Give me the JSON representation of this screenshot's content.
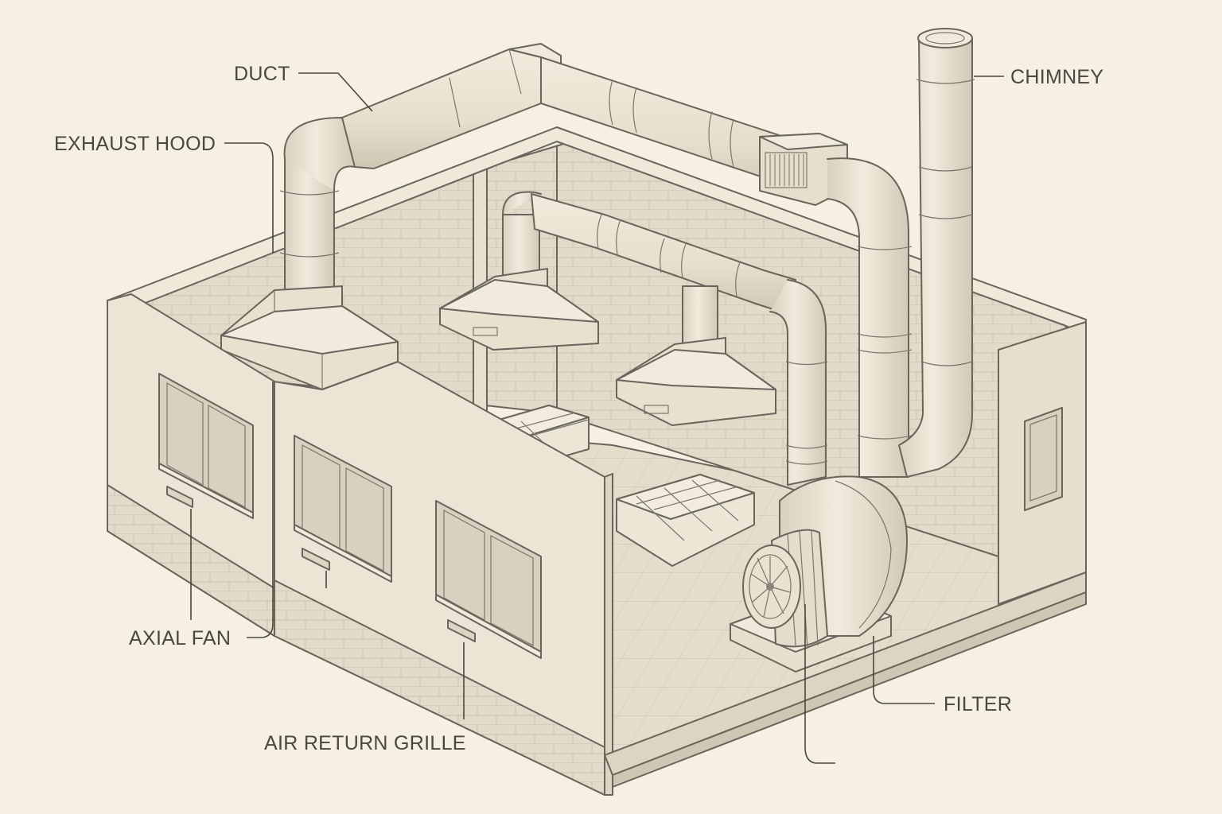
{
  "labels": {
    "duct": "DUCT",
    "exhaust_hood": "EXHAUST HOOD",
    "chimney": "CHIMNEY",
    "axial_fan": "AXIAL FAN",
    "filter": "FILTER",
    "air_return_grille": "AIR RETURN GRILLE"
  },
  "colors": {
    "background": "#f6f0e2",
    "wall_light": "#ebe4d4",
    "wall_shade": "#ddd5c3",
    "floor": "#e3dccb",
    "pipe": "#e9e2d1",
    "glass": "#8c8c86",
    "line": "#4a4640"
  }
}
